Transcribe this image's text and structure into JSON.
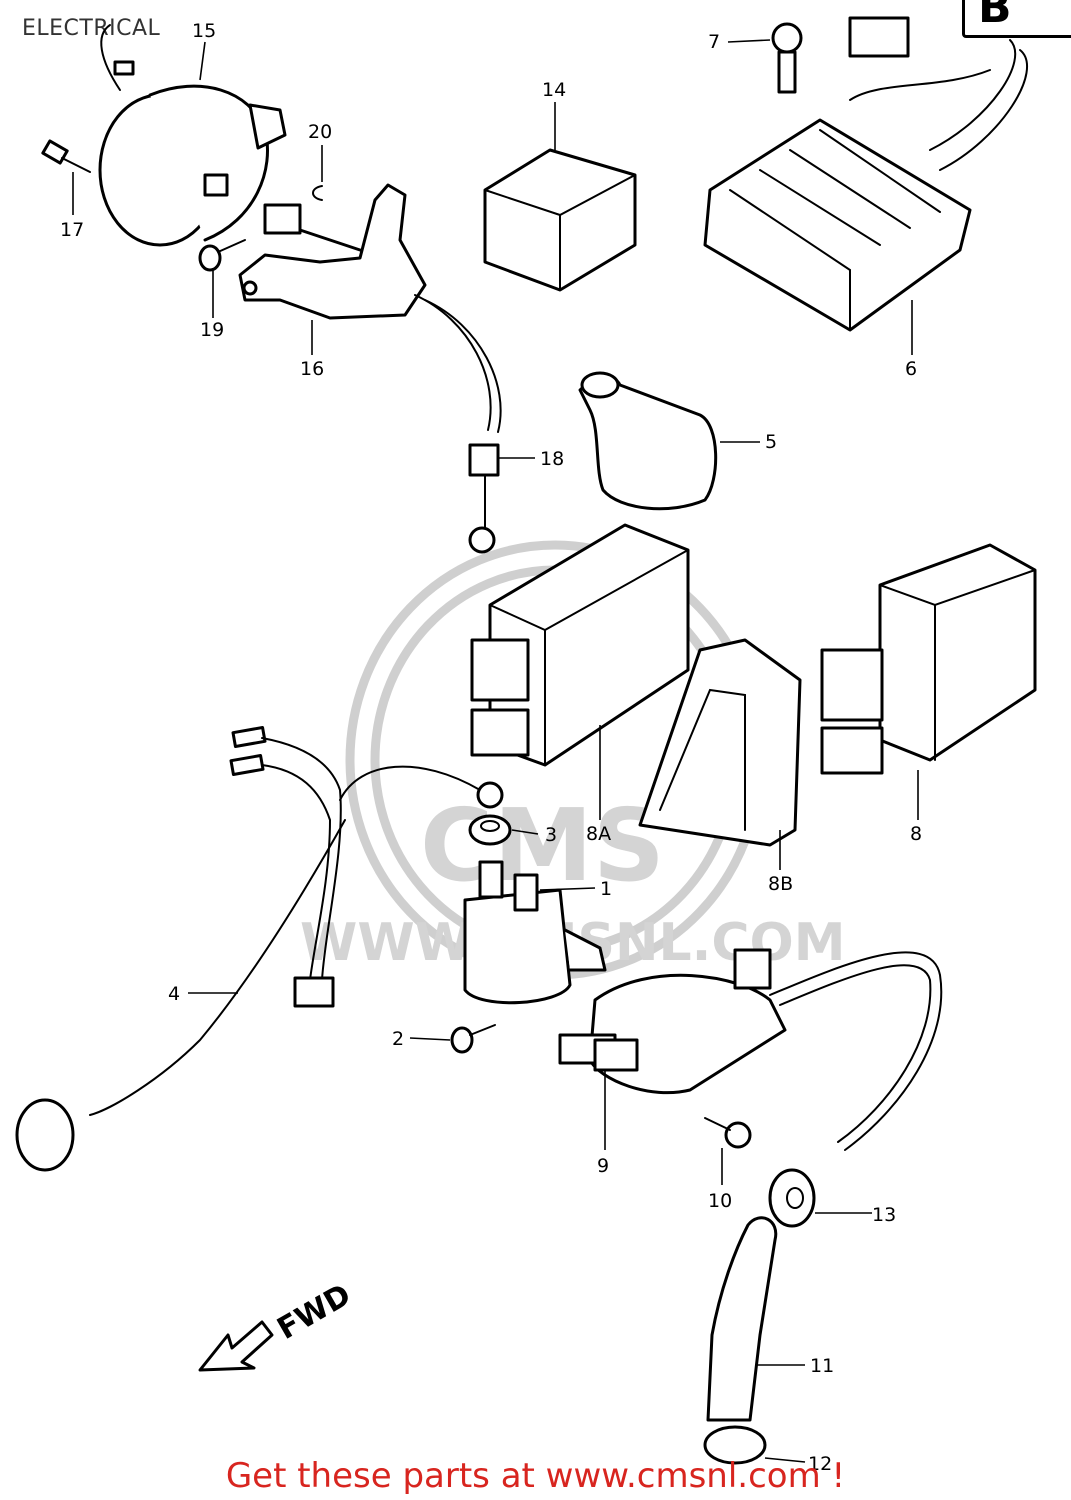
{
  "title": "ELECTRICAL",
  "corner_label": "B",
  "fwd_label": "FWD",
  "watermark": {
    "brand": "CMS",
    "url": "WWW.CMSNL.COM"
  },
  "footer": "Get these parts at www.cmsnl.com !",
  "callouts": [
    "15",
    "7",
    "20",
    "14",
    "17",
    "19",
    "16",
    "6",
    "18",
    "5",
    "8A",
    "8B",
    "8",
    "3",
    "1",
    "4",
    "2",
    "9",
    "10",
    "13",
    "11",
    "12"
  ]
}
